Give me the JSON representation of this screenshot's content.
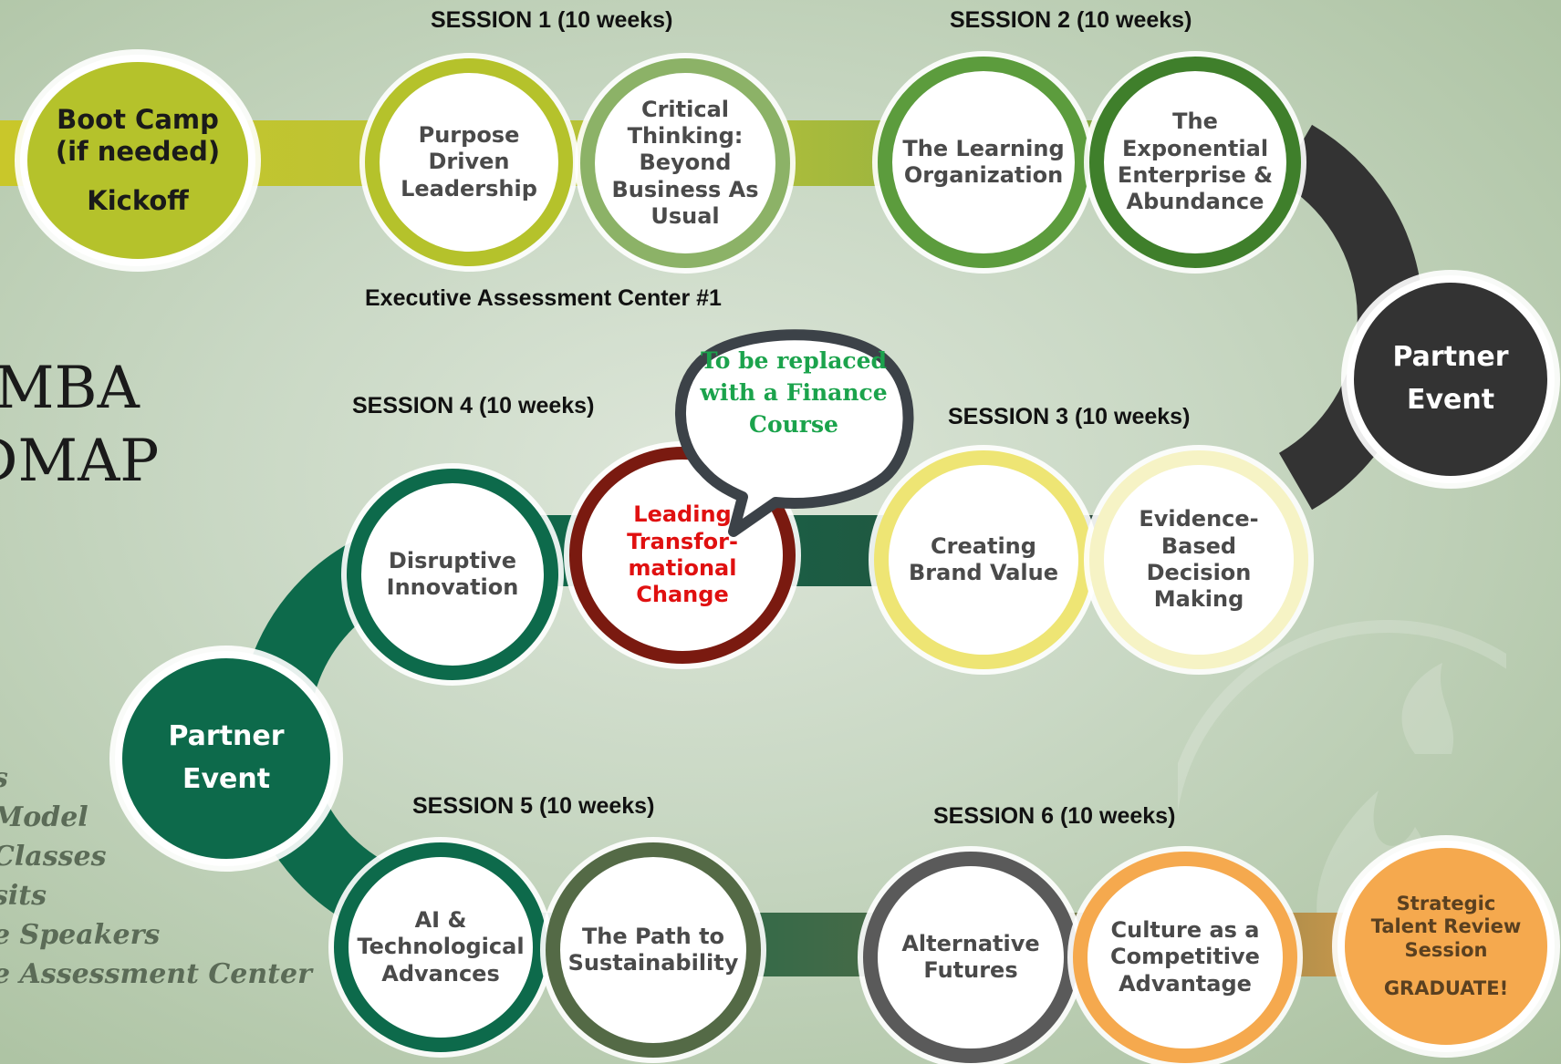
{
  "sessions": {
    "s1": "SESSION 1 (10 weeks)",
    "s2": "SESSION 2 (10 weeks)",
    "s3": "SESSION 3 (10 weeks)",
    "s4": "SESSION 4 (10 weeks)",
    "s5": "SESSION 5 (10 weeks)",
    "s6": "SESSION 6 (10 weeks)",
    "assessment": "Executive Assessment Center #1"
  },
  "title": {
    "line1": "MBA",
    "line2": "ADMAP"
  },
  "legend": [
    "s",
    "Model",
    "Classes",
    "sits",
    "e Speakers",
    "e Assessment Center"
  ],
  "callout": "To be replaced with a Finance Course",
  "nodes": {
    "bootcamp": {
      "l1": "Boot Camp",
      "l2": "(if needed)",
      "l3": "Kickoff",
      "color": "#b5c22b"
    },
    "purpose": {
      "l1": "Purpose",
      "l2": "Driven",
      "l3": "Leadership"
    },
    "critical": {
      "l1": "Critical",
      "l2": "Thinking:",
      "l3": "Beyond",
      "l4": "Business As",
      "l5": "Usual"
    },
    "learning": {
      "l1": "The Learning",
      "l2": "Organization"
    },
    "exponential": {
      "l1": "The",
      "l2": "Exponential",
      "l3": "Enterprise &",
      "l4": "Abundance"
    },
    "partner_right": {
      "l1": "Partner",
      "l2": "Event",
      "color": "#333333"
    },
    "evidence": {
      "l1": "Evidence-",
      "l2": "Based",
      "l3": "Decision",
      "l4": "Making"
    },
    "brand": {
      "l1": "Creating",
      "l2": "Brand Value"
    },
    "leading": {
      "l1": "Leading",
      "l2": "Transfor-",
      "l3": "mational",
      "l4": "Change",
      "color": "#e01010"
    },
    "disruptive": {
      "l1": "Disruptive",
      "l2": "Innovation"
    },
    "partner_left": {
      "l1": "Partner",
      "l2": "Event",
      "color": "#0d6a4b"
    },
    "ai": {
      "l1": "AI &",
      "l2": "Technological",
      "l3": "Advances"
    },
    "sustain": {
      "l1": "The Path to",
      "l2": "Sustainability"
    },
    "alternative": {
      "l1": "Alternative",
      "l2": "Futures"
    },
    "culture": {
      "l1": "Culture as a",
      "l2": "Competitive",
      "l3": "Advantage"
    },
    "strategic": {
      "l1": "Strategic",
      "l2": "Talent Review",
      "l3": "Session",
      "l4": "GRADUATE!",
      "color": "#f5a94e"
    }
  }
}
